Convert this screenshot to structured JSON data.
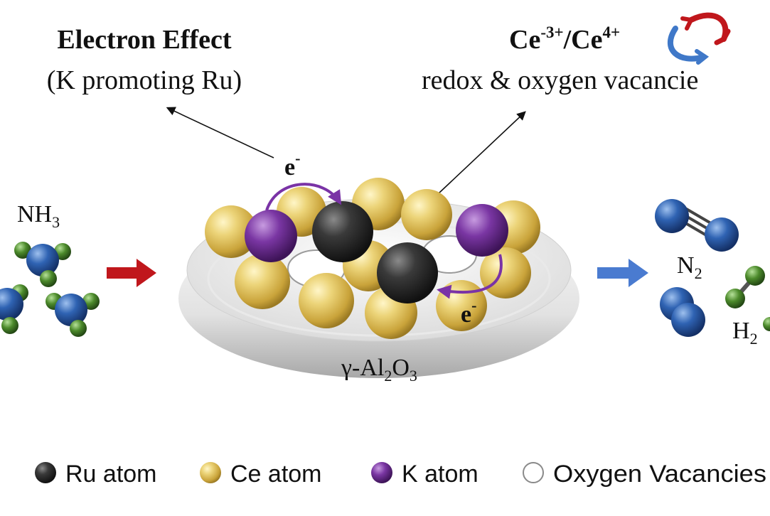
{
  "labels": {
    "electron_effect_title": "Electron Effect",
    "electron_effect_subtitle": "(K promoting Ru)",
    "ce_redox_prefix": "Ce",
    "ce_redox_sup1": "-3+",
    "ce_redox_mid": "/Ce",
    "ce_redox_sup2": "4+",
    "ce_redox_subtitle": "redox & oxygen vacancie",
    "electron_symbol": "e",
    "electron_charge": "-",
    "nh3_main": "NH",
    "nh3_sub": "3",
    "n2_main": "N",
    "n2_sub": "2",
    "h2_main": "H",
    "h2_sub": "2",
    "support_prefix": "γ-Al",
    "support_sub1": "2",
    "support_mid": "O",
    "support_sub2": "3"
  },
  "legend": [
    {
      "label": "Ru atom",
      "symbol": "ru"
    },
    {
      "label": "Ce atom",
      "symbol": "ce"
    },
    {
      "label": "K atom",
      "symbol": "k"
    },
    {
      "label": "Oxygen Vacancies",
      "symbol": "vacancy"
    }
  ],
  "colors": {
    "ru": "#2b2b2b",
    "ce": "#d9b94a",
    "k": "#6a2c8f",
    "n_atom": "#2456a6",
    "h_atom": "#4c8a2b",
    "arrow_in": "#c0171c",
    "arrow_out": "#4a7bd0",
    "redox_red": "#c0171c",
    "redox_blue": "#3f78c8",
    "electron_arrow": "#7a33a6"
  }
}
